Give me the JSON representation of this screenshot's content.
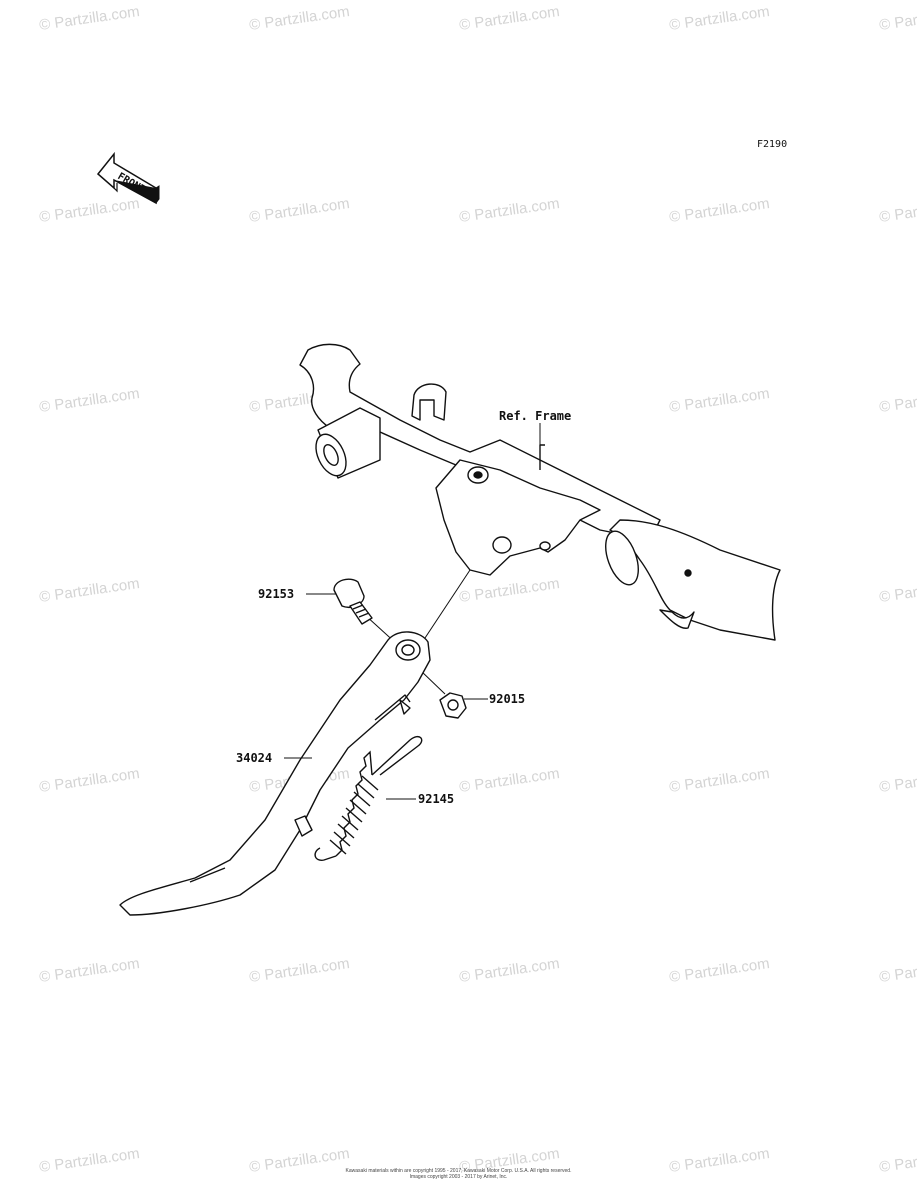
{
  "watermark": "© Partzilla.com",
  "figure_code": "F2190",
  "front_arrow_label": "FRONT",
  "reference_label": "Ref. Frame",
  "part_numbers": {
    "bolt": "92153",
    "nut": "92015",
    "stand": "34024",
    "spring": "92145"
  },
  "copyright": {
    "line1": "Kawasaki materials within are copyright 1995 - 2017, Kawasaki Motor Corp. U.S.A. All rights reserved.",
    "line2": "Images copyright 2003 - 2017 by Arinet, Inc."
  }
}
